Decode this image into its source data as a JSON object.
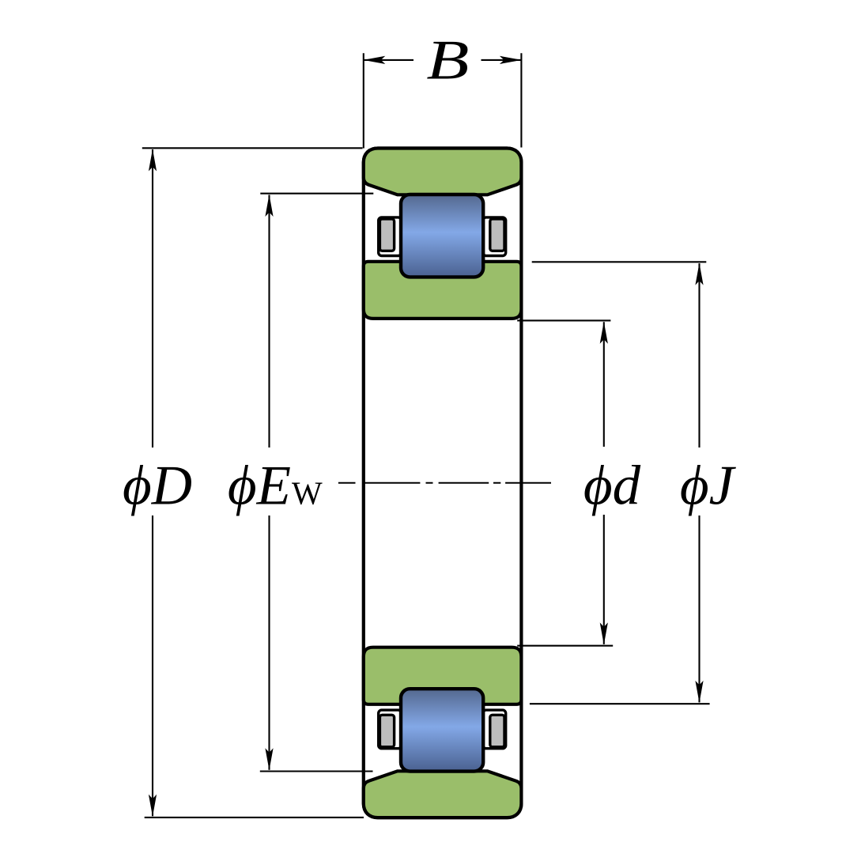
{
  "title": "Cylindrical roller bearing cross-section dimension diagram",
  "labels": {
    "width": "B",
    "outer_diameter": "ϕD",
    "roller_envelope_diameter": "ϕE",
    "roller_envelope_subscript": "W",
    "bore_diameter": "ϕd",
    "rib_diameter": "ϕJ"
  },
  "colors": {
    "background": "#ffffff",
    "ring_fill": "#9abe6a",
    "cage_fill": "#bdbdbd",
    "outline": "#000000",
    "dimension_line": "#000000",
    "label_text": "#000000",
    "roller_dark_top": "#54688f",
    "roller_light": "#83a8e7",
    "roller_dark_bottom": "#4a6190"
  }
}
